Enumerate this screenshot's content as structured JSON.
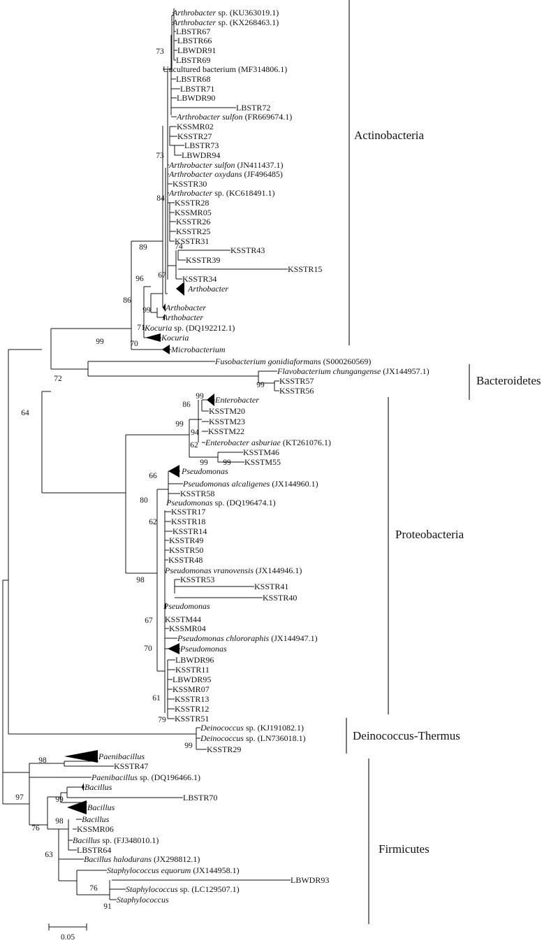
{
  "figure": {
    "scale_label": "0.05",
    "groups": [
      {
        "label": "Actinobacteria"
      },
      {
        "label": "Bacteroidetes"
      },
      {
        "label": "Proteobacteria"
      },
      {
        "label": "Deinococcus-Thermus"
      },
      {
        "label": "Firmicutes"
      }
    ],
    "leaves": [
      {
        "i": "Arthrobacter",
        "p": " sp. (KU363019.1)"
      },
      {
        "i": "Arthrobacter",
        "p": " sp. (KX268463.1)"
      },
      {
        "i": "",
        "p": "LBSTR67"
      },
      {
        "i": "",
        "p": "LBSTR66"
      },
      {
        "i": "",
        "p": "LBWDR91"
      },
      {
        "i": "",
        "p": "LBSTR69"
      },
      {
        "i": "",
        "p": "Uncultured bacterium (MF314806.1)"
      },
      {
        "i": "",
        "p": "LBSTR68"
      },
      {
        "i": "",
        "p": "LBSTR71"
      },
      {
        "i": "",
        "p": "LBWDR90"
      },
      {
        "i": "",
        "p": "LBSTR72"
      },
      {
        "i": "Arthrobacter sulfon",
        "p": " (FR669674.1)"
      },
      {
        "i": "",
        "p": "KSSMR02"
      },
      {
        "i": "",
        "p": "KSSTR27"
      },
      {
        "i": "",
        "p": "LBSTR73"
      },
      {
        "i": "",
        "p": "LBWDR94"
      },
      {
        "i": "Arthrobacter sulfon",
        "p": " (JN411437.1)"
      },
      {
        "i": "Arthrobacter oxydans",
        "p": " (JF496485)"
      },
      {
        "i": "",
        "p": "KSSTR30"
      },
      {
        "i": "Arthrobacter",
        "p": " sp. (KC618491.1)"
      },
      {
        "i": "",
        "p": "KSSTR28"
      },
      {
        "i": "",
        "p": "KSSMR05"
      },
      {
        "i": "",
        "p": "KSSTR26"
      },
      {
        "i": "",
        "p": "KSSTR25"
      },
      {
        "i": "",
        "p": "KSSTR31"
      },
      {
        "i": "",
        "p": "KSSTR43"
      },
      {
        "i": "",
        "p": "KSSTR39"
      },
      {
        "i": "",
        "p": "KSSTR15"
      },
      {
        "i": "",
        "p": "KSSTR34"
      },
      {
        "i": "Arthobacter",
        "p": ""
      },
      {
        "i": "Arthobacter",
        "p": ""
      },
      {
        "i": "Arthobacter",
        "p": ""
      },
      {
        "i": "Kocuria",
        "p": " sp. (DQ192212.1)"
      },
      {
        "i": "Kocuria",
        "p": ""
      },
      {
        "i": "Microbacterium",
        "p": ""
      },
      {
        "i": "Fusobacterium gonidiaformans",
        "p": " (S000260569)"
      },
      {
        "i": "Flavobacterium chungangense",
        "p": " (JX144957.1)"
      },
      {
        "i": "",
        "p": "KSSTR57"
      },
      {
        "i": "",
        "p": "KSSTR56"
      },
      {
        "i": "Enterobacter",
        "p": ""
      },
      {
        "i": "",
        "p": "KSSTM20"
      },
      {
        "i": "",
        "p": "KSSTM23"
      },
      {
        "i": "",
        "p": "KSSTM22"
      },
      {
        "i": "Enterobacter asburiae",
        "p": " (KT261076.1)"
      },
      {
        "i": "",
        "p": "KSSTM46"
      },
      {
        "i": "",
        "p": "KSSTM55"
      },
      {
        "i": "Pseudomonas",
        "p": ""
      },
      {
        "i": "Pseudomonas alcaligenes",
        "p": " (JX144960.1)"
      },
      {
        "i": "",
        "p": "KSSTR58"
      },
      {
        "i": "Pseudomonas",
        "p": " sp. (DQ196474.1)"
      },
      {
        "i": "",
        "p": "KSSTR17"
      },
      {
        "i": "",
        "p": "KSSTR18"
      },
      {
        "i": "",
        "p": "KSSTR14"
      },
      {
        "i": "",
        "p": "KSSTR49"
      },
      {
        "i": "",
        "p": "KSSTR50"
      },
      {
        "i": "",
        "p": "KSSTR48"
      },
      {
        "i": "Pseudomonas vranovensis",
        "p": " (JX144946.1)"
      },
      {
        "i": "",
        "p": "KSSTR53"
      },
      {
        "i": "",
        "p": "KSSTR41"
      },
      {
        "i": "",
        "p": "KSSTR40"
      },
      {
        "i": "Pseudomonas",
        "p": ""
      },
      {
        "i": "",
        "p": "KSSTM44"
      },
      {
        "i": "",
        "p": "KSSMR04"
      },
      {
        "i": "Pseudomonas chlororaphis",
        "p": " (JX144947.1)"
      },
      {
        "i": "Pseudomonas",
        "p": ""
      },
      {
        "i": "",
        "p": "LBWDR96"
      },
      {
        "i": "",
        "p": "KSSTR11"
      },
      {
        "i": "",
        "p": "LBWDR95"
      },
      {
        "i": "",
        "p": "KSSMR07"
      },
      {
        "i": "",
        "p": "KSSTR13"
      },
      {
        "i": "",
        "p": "KSSTR12"
      },
      {
        "i": "",
        "p": "KSSTR51"
      },
      {
        "i": "Deinococcus",
        "p": " sp. (KJ191082.1)"
      },
      {
        "i": "Deinococcus",
        "p": " sp. (LN736018.1)"
      },
      {
        "i": "",
        "p": "KSSTR29"
      },
      {
        "i": "Paenibacillus",
        "p": ""
      },
      {
        "i": "",
        "p": "KSSTR47"
      },
      {
        "i": "Paenibacillus",
        "p": " sp. (DQ196466.1)"
      },
      {
        "i": "Bacillus",
        "p": ""
      },
      {
        "i": "",
        "p": "LBSTR70"
      },
      {
        "i": "Bacillus",
        "p": ""
      },
      {
        "i": "Bacillus",
        "p": ""
      },
      {
        "i": "",
        "p": "KSSMR06"
      },
      {
        "i": "Bacillus",
        "p": " sp. (FJ348010.1)"
      },
      {
        "i": "",
        "p": "LBSTR64"
      },
      {
        "i": "Bacillus halodurans",
        "p": " (JX298812.1)"
      },
      {
        "i": "Staphylococcus equorum",
        "p": " (JX144958.1)"
      },
      {
        "i": "",
        "p": "LBWDR93"
      },
      {
        "i": "Staphylococcus",
        "p": " sp. (LC129507.1)"
      },
      {
        "i": "Staphylococcus",
        "p": ""
      }
    ],
    "bootstraps": [
      "73",
      "73",
      "84",
      "89",
      "96",
      "86",
      "99",
      "99",
      "71",
      "70",
      "74",
      "67",
      "72",
      "99",
      "64",
      "99",
      "86",
      "99",
      "94",
      "62",
      "99",
      "99",
      "66",
      "80",
      "62",
      "98",
      "67",
      "70",
      "61",
      "79",
      "99",
      "98",
      "97",
      "99",
      "76",
      "98",
      "63",
      "76",
      "91"
    ]
  }
}
